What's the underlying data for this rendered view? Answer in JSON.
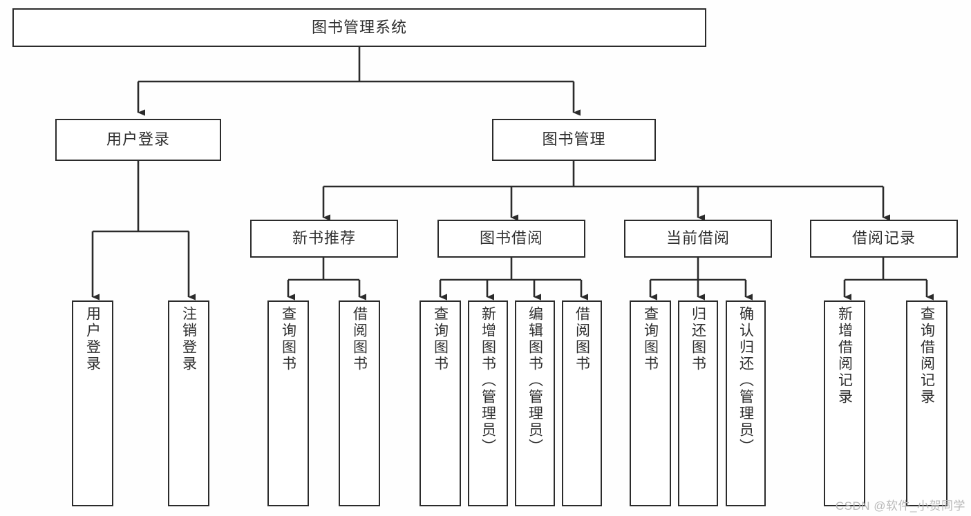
{
  "diagram": {
    "type": "tree-hierarchy-chart",
    "title": "图书管理系统",
    "watermark": "CSDN @软件_小贺同学",
    "colors": {
      "stroke": "#2b2b2b",
      "fill": "#ffffff",
      "text": "#2f2f2f",
      "background": "#fefefe",
      "watermark": "#b9b9b9"
    },
    "levels": {
      "root": {
        "label": "图书管理系统"
      },
      "level2": [
        {
          "label": "用户登录"
        },
        {
          "label": "图书管理"
        }
      ],
      "level3": [
        {
          "label": "新书推荐"
        },
        {
          "label": "图书借阅"
        },
        {
          "label": "当前借阅"
        },
        {
          "label": "借阅记录"
        }
      ]
    },
    "nodes": {
      "root": "图书管理系统",
      "user_login": "用户登录",
      "book_manage": "图书管理",
      "new_book_rec": "新书推荐",
      "book_borrow": "图书借阅",
      "current_borrow": "当前借阅",
      "borrow_record": "借阅记录",
      "leaf_user_login": "用户登录",
      "leaf_user_logout": "注销登录",
      "leaf_query_book_rec": "查询图书",
      "leaf_borrow_book_rec": "借阅图书",
      "leaf_query_book_borrow": "查询图书",
      "leaf_add_book_admin": "新增图书（管理员）",
      "leaf_edit_book_admin": "编辑图书（管理员）",
      "leaf_borrow_book": "借阅图书",
      "leaf_query_book_cur": "查询图书",
      "leaf_return_book": "归还图书",
      "leaf_confirm_return_admin": "确认归还（管理员）",
      "leaf_add_borrow_record": "新增借阅记录",
      "leaf_query_borrow_record": "查询借阅记录"
    },
    "tree": {
      "name": "图书管理系统",
      "children": [
        {
          "name": "用户登录",
          "children": [
            {
              "name": "用户登录"
            },
            {
              "name": "注销登录"
            }
          ]
        },
        {
          "name": "图书管理",
          "children": [
            {
              "name": "新书推荐",
              "children": [
                {
                  "name": "查询图书"
                },
                {
                  "name": "借阅图书"
                }
              ]
            },
            {
              "name": "图书借阅",
              "children": [
                {
                  "name": "查询图书"
                },
                {
                  "name": "新增图书（管理员）"
                },
                {
                  "name": "编辑图书（管理员）"
                },
                {
                  "name": "借阅图书"
                }
              ]
            },
            {
              "name": "当前借阅",
              "children": [
                {
                  "name": "查询图书"
                },
                {
                  "name": "归还图书"
                },
                {
                  "name": "确认归还（管理员）"
                }
              ]
            },
            {
              "name": "借阅记录",
              "children": [
                {
                  "name": "新增借阅记录"
                },
                {
                  "name": "查询借阅记录"
                }
              ]
            }
          ]
        }
      ]
    }
  }
}
